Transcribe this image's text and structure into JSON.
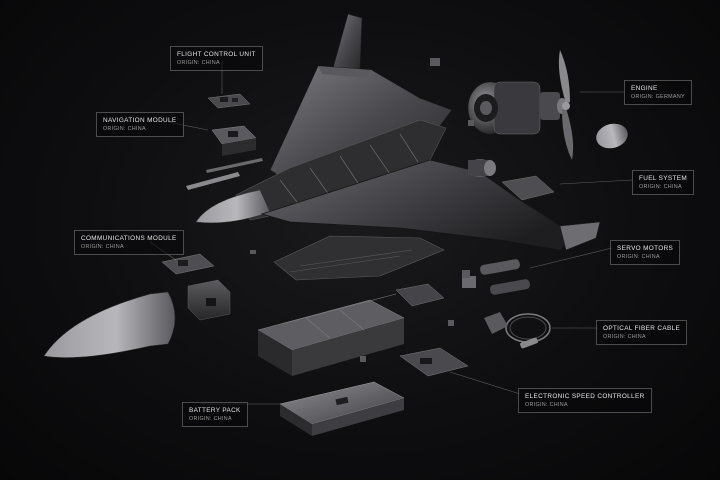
{
  "callouts": {
    "flight_control": {
      "name": "FLIGHT CONTROL UNIT",
      "origin": "ORIGIN: CHINA"
    },
    "navigation": {
      "name": "NAVIGATION MODULE",
      "origin": "ORIGIN: CHINA"
    },
    "communications": {
      "name": "COMMUNICATIONS MODULE",
      "origin": "ORIGIN: CHINA"
    },
    "engine": {
      "name": "ENGINE",
      "origin": "ORIGIN: GERMANY"
    },
    "fuel_system": {
      "name": "FUEL SYSTEM",
      "origin": "ORIGIN: CHINA"
    },
    "servo_motors": {
      "name": "SERVO MOTORS",
      "origin": "ORIGIN: CHINA"
    },
    "optical_fiber": {
      "name": "OPTICAL FIBER CABLE",
      "origin": "ORIGIN: CHINA"
    },
    "esc": {
      "name": "ELECTRONIC SPEED CONTROLLER",
      "origin": "ORIGIN: CHINA"
    },
    "battery": {
      "name": "BATTERY PACK",
      "origin": "ORIGIN: CHINA"
    }
  },
  "colors": {
    "background": "#0b0b0c",
    "metal_light": "#8a8a8e",
    "metal_dark": "#2a2a2d",
    "label_text": "#e6e6e6",
    "origin_text": "#9a9a9a"
  }
}
